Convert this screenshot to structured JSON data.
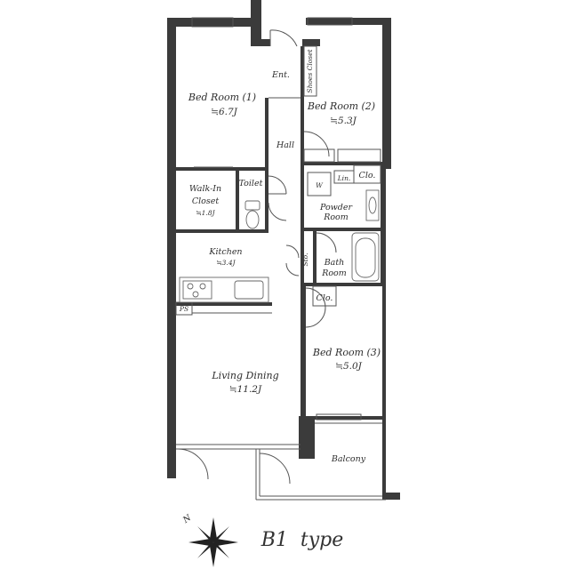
{
  "plan": {
    "type_label": "B1  type",
    "compass_label": "N",
    "rooms": {
      "bed1": {
        "name": "Bed Room (1)",
        "area": "≒6.7J"
      },
      "bed2": {
        "name": "Bed Room (2)",
        "area": "≒5.3J"
      },
      "bed3": {
        "name": "Bed Room (3)",
        "area": "≒5.0J"
      },
      "walkin": {
        "name_line1": "Walk-In",
        "name_line2": "Closet",
        "area": "≒1.8J"
      },
      "kitchen": {
        "name": "Kitchen",
        "area": "≒3.4J"
      },
      "living": {
        "name": "Living Dining",
        "area": "≒11.2J"
      },
      "toilet": {
        "name": "Toilet"
      },
      "hall": {
        "name": "Hall"
      },
      "entrance": {
        "name": "Ent."
      },
      "shoes": {
        "name": "Shoes Closet"
      },
      "powder": {
        "name_line1": "Powder",
        "name_line2": "Room"
      },
      "bath": {
        "name_line1": "Bath",
        "name_line2": "Room"
      },
      "balcony": {
        "name": "Balcony"
      },
      "clo_top": {
        "name": "Clo."
      },
      "clo_mid": {
        "name": "Clo."
      },
      "lin": {
        "name": "Lin."
      },
      "sto": {
        "name": "Sto."
      },
      "washer": {
        "name": "W"
      },
      "ps": {
        "name": "PS"
      }
    }
  }
}
